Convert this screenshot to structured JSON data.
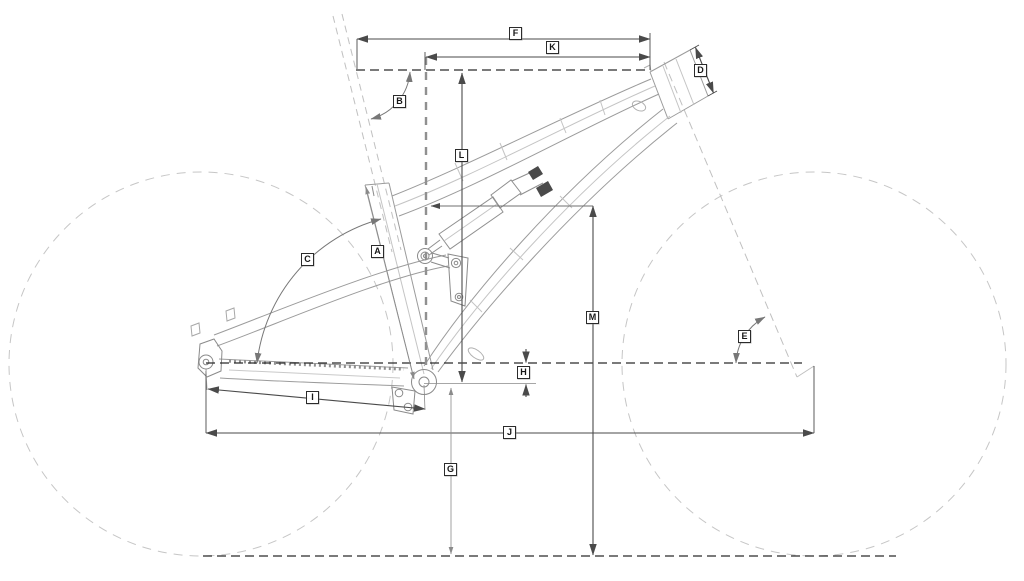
{
  "figure": {
    "type": "bicycle-frame-geometry-diagram",
    "description": "Side-view CAD wireframe of a full-suspension mountain bike frame with dashed wheel circles and lettered dimension callouts",
    "labels": [
      {
        "letter": "A"
      },
      {
        "letter": "B"
      },
      {
        "letter": "C"
      },
      {
        "letter": "D"
      },
      {
        "letter": "E"
      },
      {
        "letter": "F"
      },
      {
        "letter": "G"
      },
      {
        "letter": "H"
      },
      {
        "letter": "I"
      },
      {
        "letter": "J"
      },
      {
        "letter": "K"
      },
      {
        "letter": "L"
      },
      {
        "letter": "M"
      }
    ],
    "colors": {
      "background": "#ffffff",
      "dimension_line": "#4a4a4a",
      "construction_dash": "#2b2b2b",
      "reference_dash_heavy": "#909090",
      "light_dash": "#c2c2c2",
      "frame_line": "#9b9b9b",
      "frame_line_inner": "#c4c4c4",
      "angle_arc": "#777777",
      "label_border": "#2b2b2b",
      "label_background": "#ffffff"
    }
  }
}
